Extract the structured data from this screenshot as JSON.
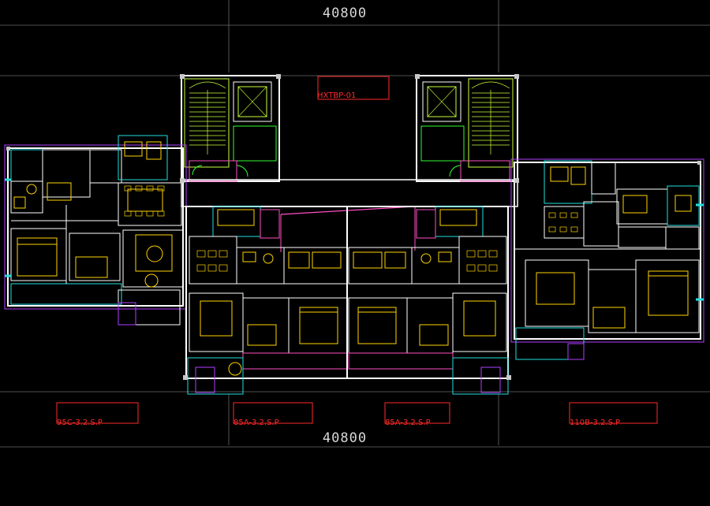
{
  "drawing": {
    "dimension_top": "40800",
    "dimension_bottom": "40800",
    "title_tag": "HXTBP-01",
    "unit_tags": [
      "95C-3.2.S.P",
      "85A-3.2.S.P",
      "85A-3.2.S.P",
      "110B-3.2.S.P"
    ]
  },
  "colors": {
    "background": "#000000",
    "wall": "#ffffff",
    "wall_alt": "#c8c8c8",
    "furniture": "#ffd400",
    "stair": "#c9ff3a",
    "window": "#22e0e0",
    "balcony": "#b040ff",
    "tag": "#ff2a2a",
    "axis": "#6a6a6a",
    "door": "#30ff30"
  }
}
